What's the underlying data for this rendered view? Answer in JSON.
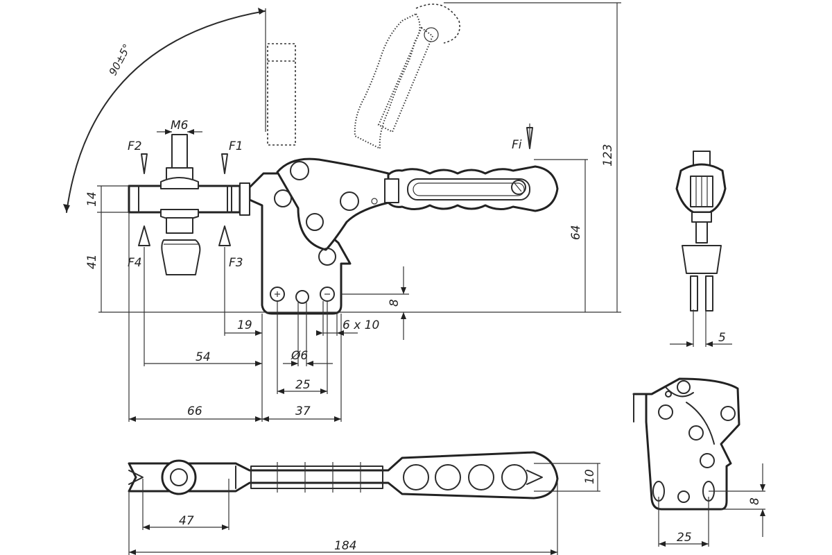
{
  "title": "",
  "forces": {
    "f1": "F1",
    "f2": "F2",
    "f3": "F3",
    "f4": "F4",
    "fi": "Fi"
  },
  "dimensions": {
    "angle": "90±5°",
    "thread": "M6",
    "d14": "14",
    "d41": "41",
    "d64": "64",
    "d123": "123",
    "d8_side": "8",
    "d19": "19",
    "d6x10": "6 x 10",
    "d54": "54",
    "d_hole": "Ø6",
    "d25": "25",
    "d66": "66",
    "d37": "37",
    "d5": "5",
    "d10": "10",
    "d47": "47",
    "d184": "184",
    "d8_base": "8",
    "d25_base": "25"
  }
}
